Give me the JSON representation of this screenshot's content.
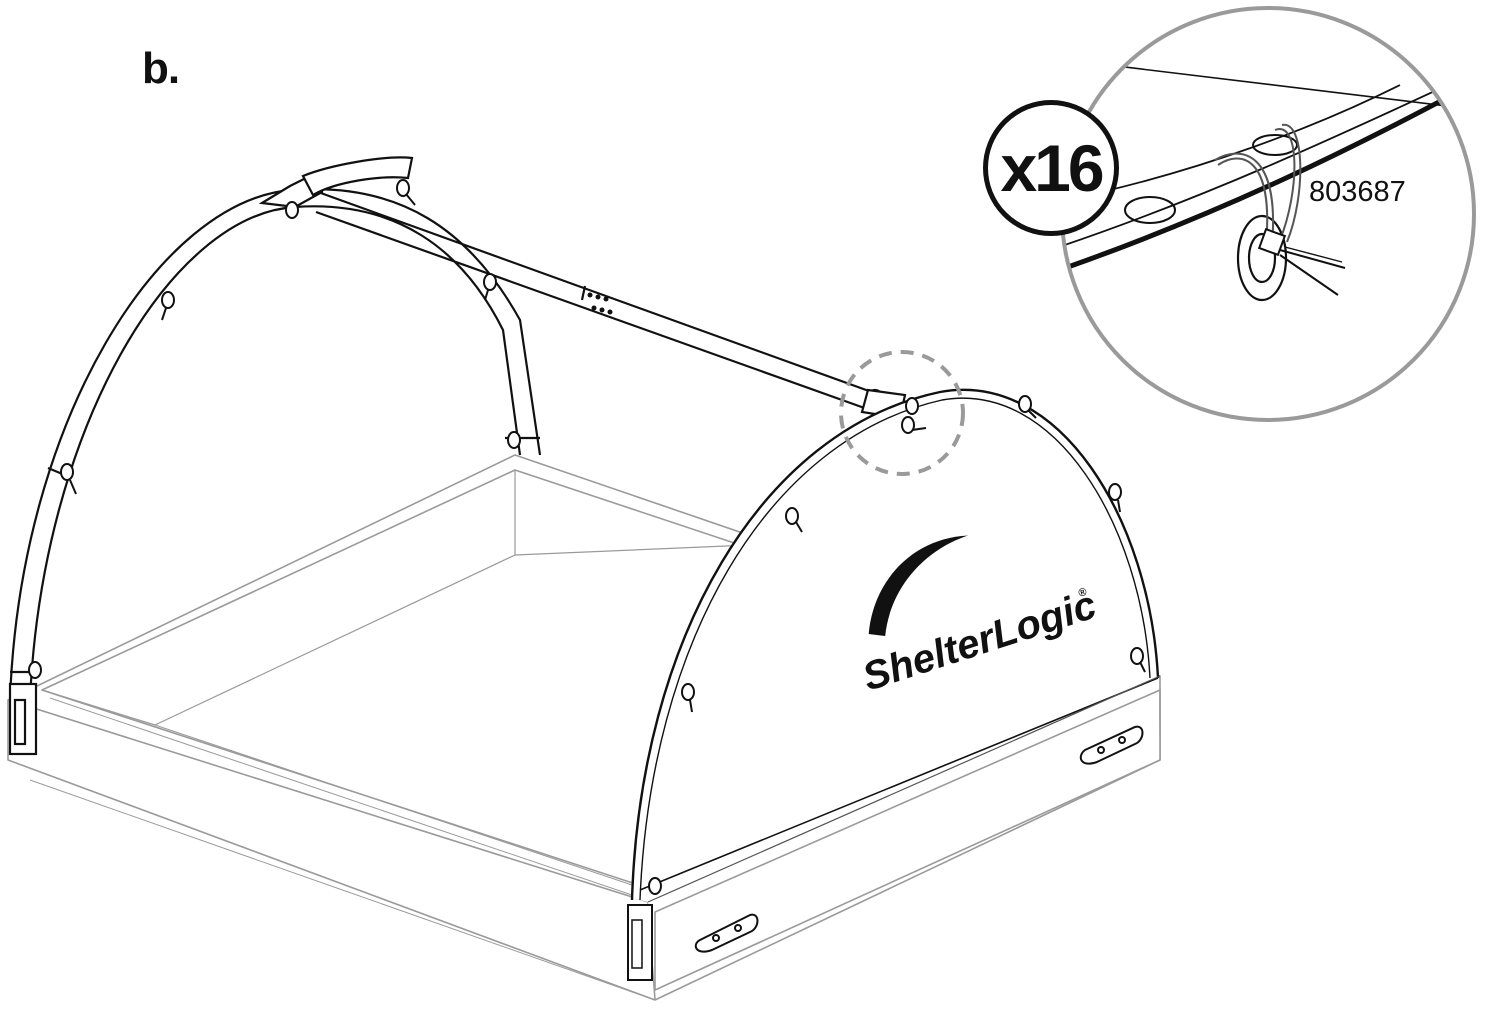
{
  "step": {
    "label": "b."
  },
  "detail": {
    "quantity": "x16",
    "part_number": "803687"
  },
  "cover": {
    "brand": "ShelterLogic",
    "registered_mark": "®"
  },
  "colors": {
    "line": "#111111",
    "frame": "#9a9a9a",
    "callout": "#9a9a9a"
  }
}
